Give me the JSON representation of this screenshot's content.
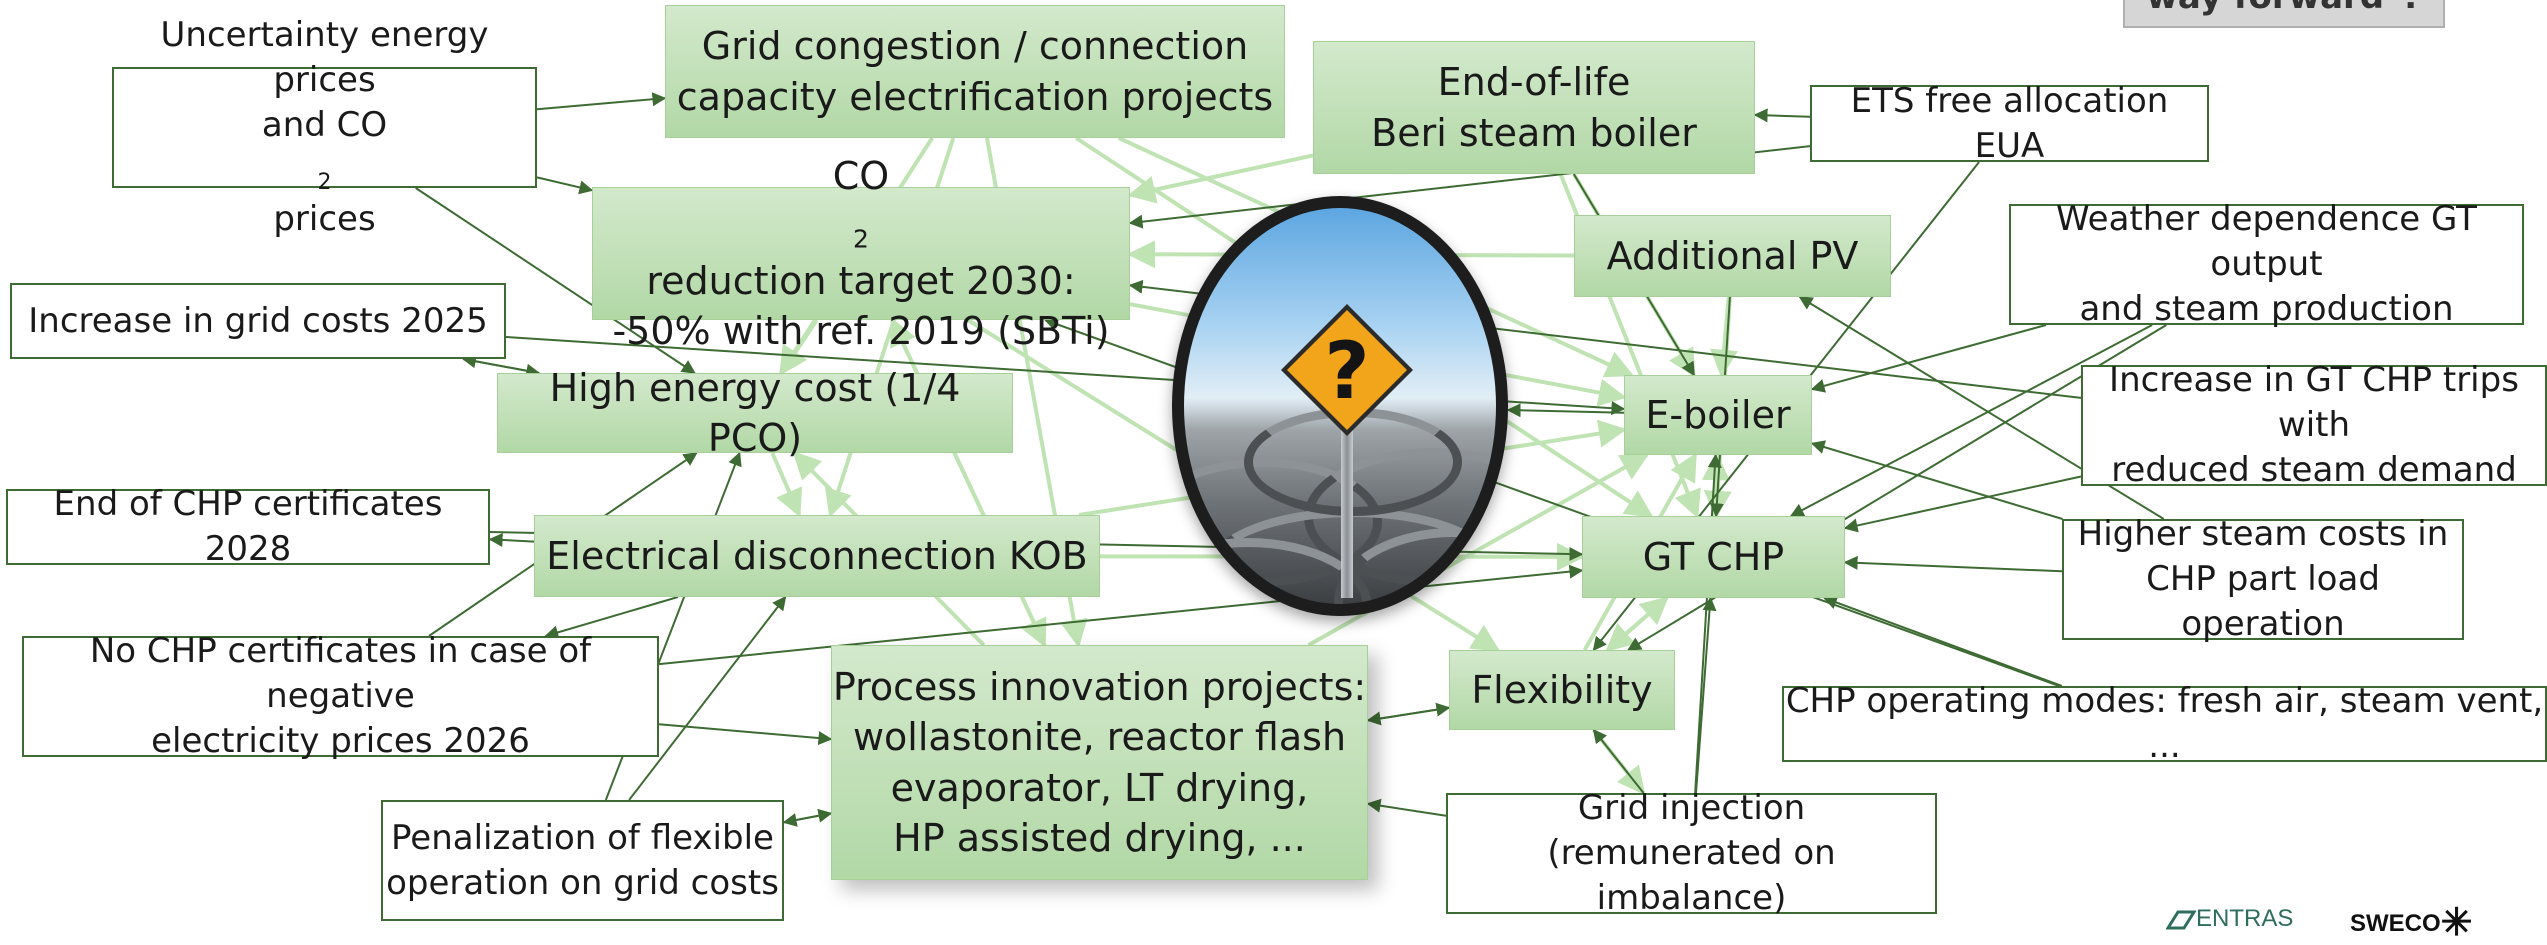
{
  "callout": {
    "text": "way forward\"?"
  },
  "center": {
    "icon": "question-mark-road-sign-icon"
  },
  "nodes": {
    "grid_congestion": {
      "lines": [
        "Grid congestion / connection",
        "capacity electrification projects"
      ]
    },
    "end_of_life": {
      "lines": [
        "End-of-life",
        "Beri steam boiler"
      ]
    },
    "ets": {
      "lines": [
        "ETS free allocation EUA"
      ]
    },
    "uncertainty": {
      "line1": "Uncertainty energy prices",
      "line2_a": "and CO",
      "line2_sub": "2",
      "line2_b": " prices"
    },
    "co2_target": {
      "line1_a": "CO",
      "line1_sub": "2",
      "line1_b": " reduction target 2030:",
      "line2": "-50% with ref. 2019 (SBTi)"
    },
    "additional_pv": {
      "lines": [
        "Additional PV"
      ]
    },
    "weather": {
      "lines": [
        "Weather dependence GT output",
        "and steam production"
      ]
    },
    "grid_costs": {
      "lines": [
        "Increase in grid costs 2025"
      ]
    },
    "high_energy": {
      "lines": [
        "High energy cost (1/4 PCO)"
      ]
    },
    "e_boiler": {
      "lines": [
        "E-boiler"
      ]
    },
    "gt_trips": {
      "lines": [
        "Increase in GT CHP trips with",
        "reduced steam demand"
      ]
    },
    "end_chp": {
      "lines": [
        "End of CHP certificates 2028"
      ]
    },
    "electrical_disc": {
      "lines": [
        "Electrical disconnection KOB"
      ]
    },
    "gt_chp": {
      "lines": [
        "GT CHP"
      ]
    },
    "higher_steam": {
      "lines": [
        "Higher steam costs in",
        "CHP part load operation"
      ]
    },
    "no_chp": {
      "lines": [
        "No CHP certificates  in case of negative",
        "electricity prices 2026"
      ]
    },
    "process": {
      "lines": [
        "Process innovation projects:",
        "wollastonite, reactor flash",
        "evaporator, LT drying,",
        "HP assisted drying, ..."
      ]
    },
    "flexibility": {
      "lines": [
        "Flexibility"
      ]
    },
    "chp_modes": {
      "lines": [
        "CHP operating modes: fresh air, steam vent, ..."
      ]
    },
    "penalization": {
      "lines": [
        "Penalization of flexible",
        "operation on grid costs"
      ]
    },
    "grid_injection": {
      "lines": [
        "Grid injection",
        "(remunerated on imbalance)"
      ]
    }
  },
  "logos": {
    "entras": "ENTRAS",
    "sweco": "SWECO"
  },
  "colors": {
    "green_fill": "#b2d8a6",
    "dark_edge": "#3e6b33",
    "light_edge": "#bfe3b2"
  },
  "edges": {
    "dark": [
      [
        "uncertainty",
        "co2_target"
      ],
      [
        "uncertainty",
        "high_energy"
      ],
      [
        "uncertainty",
        "grid_congestion"
      ],
      [
        "grid_costs",
        "high_energy"
      ],
      [
        "grid_costs",
        "e_boiler"
      ],
      [
        "end_chp",
        "gt_chp"
      ],
      [
        "electrical_disc",
        "end_chp"
      ],
      [
        "no_chp",
        "high_energy"
      ],
      [
        "no_chp",
        "process"
      ],
      [
        "no_chp",
        "gt_chp"
      ],
      [
        "penalization",
        "process"
      ],
      [
        "penalization",
        "electrical_disc"
      ],
      [
        "penalization",
        "high_energy"
      ],
      [
        "ets",
        "end_of_life"
      ],
      [
        "ets",
        "co2_target"
      ],
      [
        "ets",
        "flexibility"
      ],
      [
        "weather",
        "gt_chp"
      ],
      [
        "weather",
        "e_boiler"
      ],
      [
        "weather",
        "flexibility"
      ],
      [
        "gt_trips",
        "gt_chp"
      ],
      [
        "gt_trips",
        "co2_target"
      ],
      [
        "higher_steam",
        "gt_chp"
      ],
      [
        "higher_steam",
        "additional_pv"
      ],
      [
        "higher_steam",
        "e_boiler"
      ],
      [
        "chp_modes",
        "co2_target"
      ],
      [
        "chp_modes",
        "gt_chp"
      ],
      [
        "grid_injection",
        "gt_chp"
      ],
      [
        "grid_injection",
        "flexibility"
      ],
      [
        "grid_injection",
        "process"
      ],
      [
        "grid_injection",
        "e_boiler"
      ],
      [
        "additional_pv",
        "gt_chp"
      ],
      [
        "end_of_life",
        "e_boiler"
      ],
      [
        "process",
        "flexibility"
      ],
      [
        "flexibility",
        "process"
      ],
      [
        "high_energy",
        "grid_costs"
      ],
      [
        "electrical_disc",
        "no_chp"
      ],
      [
        "process",
        "penalization"
      ],
      [
        "e_boiler",
        "center"
      ]
    ],
    "light": [
      [
        "grid_congestion",
        "process"
      ],
      [
        "grid_congestion",
        "electrical_disc"
      ],
      [
        "grid_congestion",
        "high_energy"
      ],
      [
        "grid_congestion",
        "e_boiler"
      ],
      [
        "grid_congestion",
        "gt_chp"
      ],
      [
        "co2_target",
        "high_energy"
      ],
      [
        "co2_target",
        "process"
      ],
      [
        "co2_target",
        "e_boiler"
      ],
      [
        "co2_target",
        "flexibility"
      ],
      [
        "end_of_life",
        "co2_target"
      ],
      [
        "end_of_life",
        "e_boiler"
      ],
      [
        "end_of_life",
        "gt_chp"
      ],
      [
        "additional_pv",
        "co2_target"
      ],
      [
        "additional_pv",
        "e_boiler"
      ],
      [
        "additional_pv",
        "gt_chp"
      ],
      [
        "high_energy",
        "electrical_disc"
      ],
      [
        "electrical_disc",
        "gt_chp"
      ],
      [
        "electrical_disc",
        "e_boiler"
      ],
      [
        "process",
        "co2_target"
      ],
      [
        "process",
        "high_energy"
      ],
      [
        "process",
        "e_boiler"
      ],
      [
        "gt_chp",
        "flexibility"
      ],
      [
        "gt_chp",
        "e_boiler"
      ],
      [
        "flexibility",
        "e_boiler"
      ],
      [
        "flexibility",
        "gt_chp"
      ],
      [
        "flexibility",
        "grid_injection"
      ]
    ]
  }
}
